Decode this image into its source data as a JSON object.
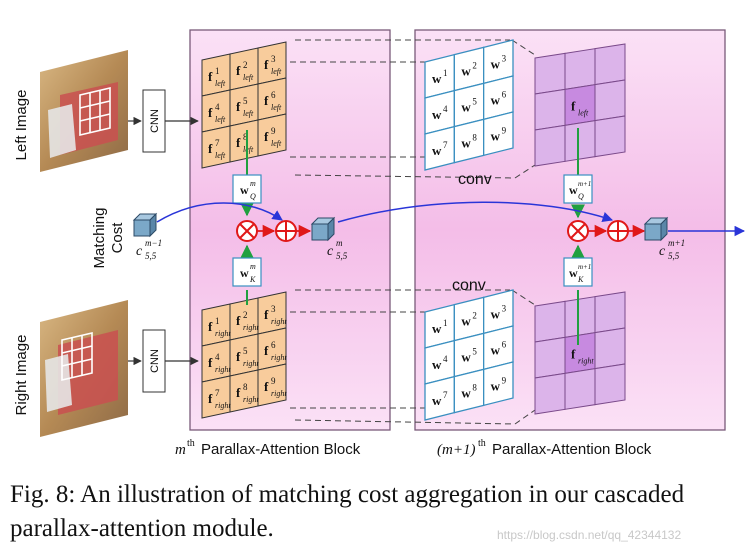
{
  "labels": {
    "left_image": "Left Image",
    "right_image": "Right Image",
    "cnn": "CNN",
    "matching_cost_line1": "Matching",
    "matching_cost_line2": "Cost",
    "conv": "conv"
  },
  "cost": {
    "prev": {
      "base": "c",
      "sup": "m−1",
      "sub": "5,5"
    },
    "mid": {
      "base": "c",
      "sup": "m",
      "sub": "5,5"
    },
    "next": {
      "base": "c",
      "sup": "m+1",
      "sub": "5,5"
    }
  },
  "weights": {
    "wq_m": {
      "base": "w",
      "sup": "m",
      "sub": "Q"
    },
    "wk_m": {
      "base": "w",
      "sup": "m",
      "sub": "K"
    },
    "wq_m1": {
      "base": "w",
      "sup": "m+1",
      "sub": "Q"
    },
    "wk_m1": {
      "base": "w",
      "sup": "m+1",
      "sub": "K"
    }
  },
  "feature_grid": {
    "left": {
      "base": "f",
      "sub": "left",
      "indices": [
        "1",
        "2",
        "3",
        "4",
        "5",
        "6",
        "7",
        "8",
        "9"
      ]
    },
    "right": {
      "base": "f",
      "sub": "right",
      "indices": [
        "1",
        "2",
        "3",
        "4",
        "5",
        "6",
        "7",
        "8",
        "9"
      ]
    }
  },
  "w_grid": {
    "base": "w",
    "indices": [
      "1",
      "2",
      "3",
      "4",
      "5",
      "6",
      "7",
      "8",
      "9"
    ]
  },
  "center_features": {
    "left": {
      "base": "f",
      "sub": "left"
    },
    "right": {
      "base": "f",
      "sub": "right"
    }
  },
  "blocks": {
    "m": {
      "prefix": "m",
      "prefix_sup": "th",
      "suffix": "Parallax-Attention Block"
    },
    "m1": {
      "prefix": "(m+1)",
      "prefix_sup": "th",
      "suffix": "Parallax-Attention Block"
    }
  },
  "caption": "Fig. 8: An illustration of matching cost aggregation in our cascaded parallax-attention module.",
  "watermark": "https://blog.csdn.net/qq_42344132",
  "colors": {
    "block_fill": "#f5c6ec",
    "block_border": "#7a5a7a",
    "feature_cell": "#f8cc9c",
    "w_cell_border": "#3a8fc0",
    "purple_cell": "#dcb4ea",
    "purple_center": "#c78ae0",
    "green_arrow": "#20a040",
    "blue_arrow": "#2a35d8",
    "op_red": "#e01818",
    "cube": "#7ba8c8"
  }
}
